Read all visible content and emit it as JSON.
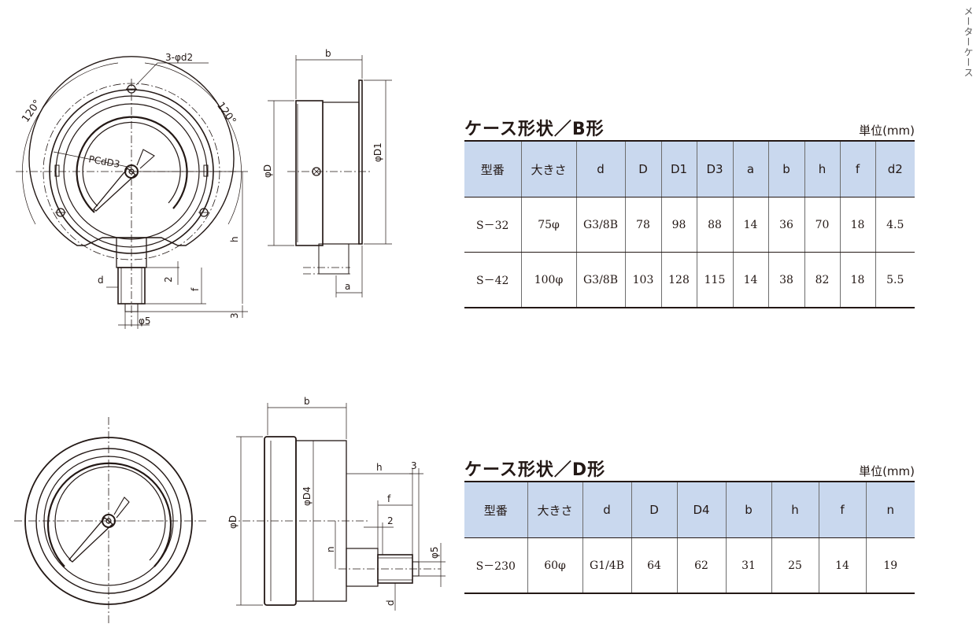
{
  "side_tab": "メーターケース",
  "drawing_b": {
    "labels": {
      "holes": "3-φd2",
      "angle_left": "120°",
      "angle_right": "120°",
      "pcd": "PCdD3",
      "dim_d": "d",
      "dim_2": "2",
      "dim_f": "f",
      "dim_h": "h",
      "dim_3": "3",
      "dim_phi5": "φ5",
      "dim_b": "b",
      "dim_phiD": "φD",
      "dim_phiD1": "φD1",
      "dim_a": "a"
    }
  },
  "drawing_d": {
    "labels": {
      "dim_b": "b",
      "dim_h": "h",
      "dim_3": "3",
      "dim_f": "f",
      "dim_2": "2",
      "dim_phiD": "φD",
      "dim_phiD4": "φD4",
      "dim_n": "n",
      "dim_phi5": "φ5",
      "dim_d": "d"
    }
  },
  "table_b": {
    "title": "ケース形状／B形",
    "unit": "単位(mm)",
    "headers": [
      "型番",
      "大きさ",
      "d",
      "D",
      "D1",
      "D3",
      "a",
      "b",
      "h",
      "f",
      "d2"
    ],
    "rows": [
      [
        "S－32",
        "75φ",
        "G3/8B",
        "78",
        "98",
        "88",
        "14",
        "36",
        "70",
        "18",
        "4.5"
      ],
      [
        "S－42",
        "100φ",
        "G3/8B",
        "103",
        "128",
        "115",
        "14",
        "38",
        "82",
        "18",
        "5.5"
      ]
    ]
  },
  "table_d": {
    "title": "ケース形状／D形",
    "unit": "単位(mm)",
    "headers": [
      "型番",
      "大きさ",
      "d",
      "D",
      "D4",
      "b",
      "h",
      "f",
      "n"
    ],
    "rows": [
      [
        "S－230",
        "60φ",
        "G1/4B",
        "64",
        "62",
        "31",
        "25",
        "14",
        "19"
      ]
    ]
  }
}
